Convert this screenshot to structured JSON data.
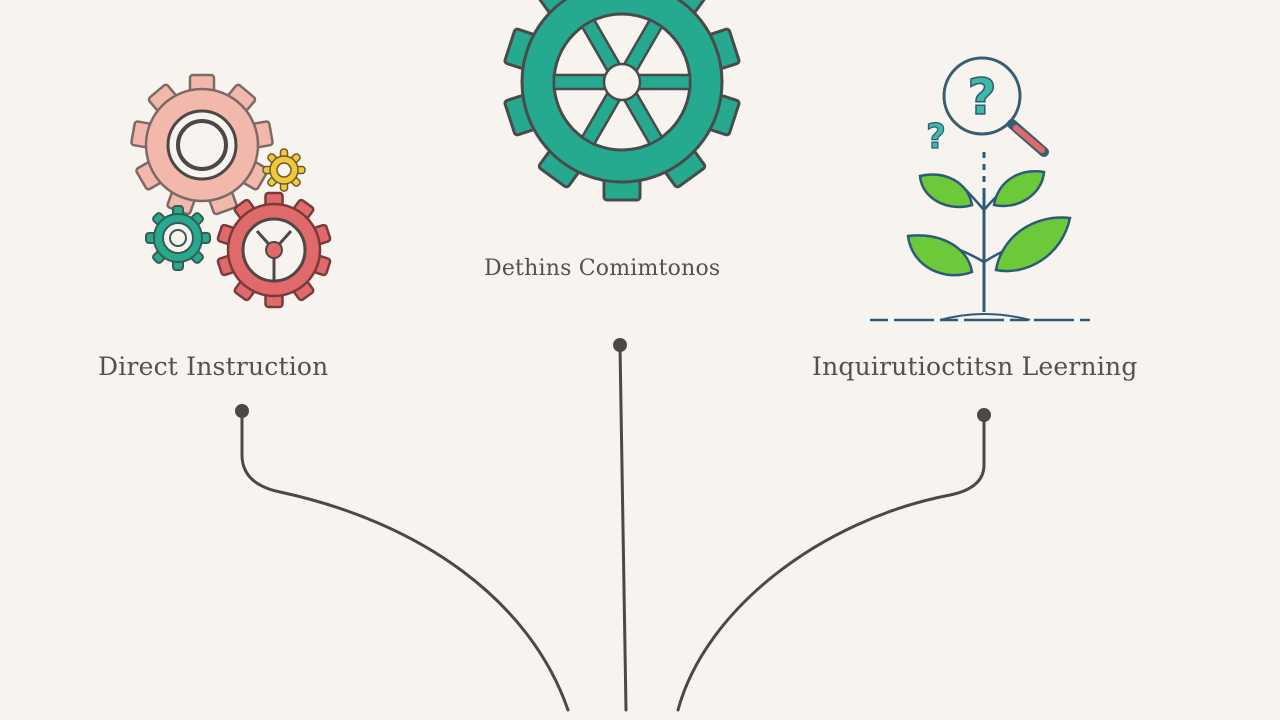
{
  "branches": [
    {
      "id": "left",
      "label": "Direct Instruction",
      "icon": "gears-cluster-icon"
    },
    {
      "id": "center",
      "label": "Dethins Comimtonos",
      "icon": "gear-icon"
    },
    {
      "id": "right",
      "label": "Inquirutioctitsn Leerning",
      "icon": "plant-question-icon"
    }
  ],
  "colors": {
    "background": "#f7f3ee",
    "connector": "#4d4747",
    "teal": "#25a98f",
    "pink": "#f2b8ac",
    "red": "#e06a6a",
    "yellow": "#f2c93a",
    "leaf_green": "#6cc93a",
    "stem_blue": "#2e5a7a"
  }
}
